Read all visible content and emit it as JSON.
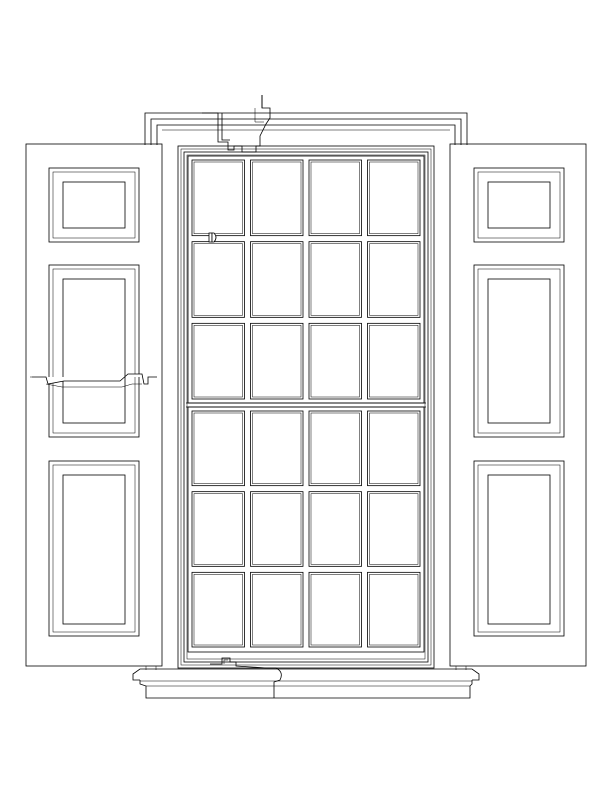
{
  "drawing": {
    "subject": "",
    "line_color": "#000000",
    "background": "#ffffff",
    "shutters": {
      "count": 2,
      "panels_per_shutter": 3,
      "panel_types": [
        "short-raised-panel",
        "tall-raised-panel",
        "tall-raised-panel"
      ]
    },
    "window": {
      "type": "double-hung",
      "upper_sash_lights": {
        "columns": 4,
        "rows": 3
      },
      "lower_sash_lights": {
        "columns": 4,
        "rows": 3
      }
    },
    "details": [
      "head-trim-profile-section",
      "sill-profile-section",
      "shutter-hinge-profile-section",
      "shutter-holdback-hardware"
    ]
  }
}
